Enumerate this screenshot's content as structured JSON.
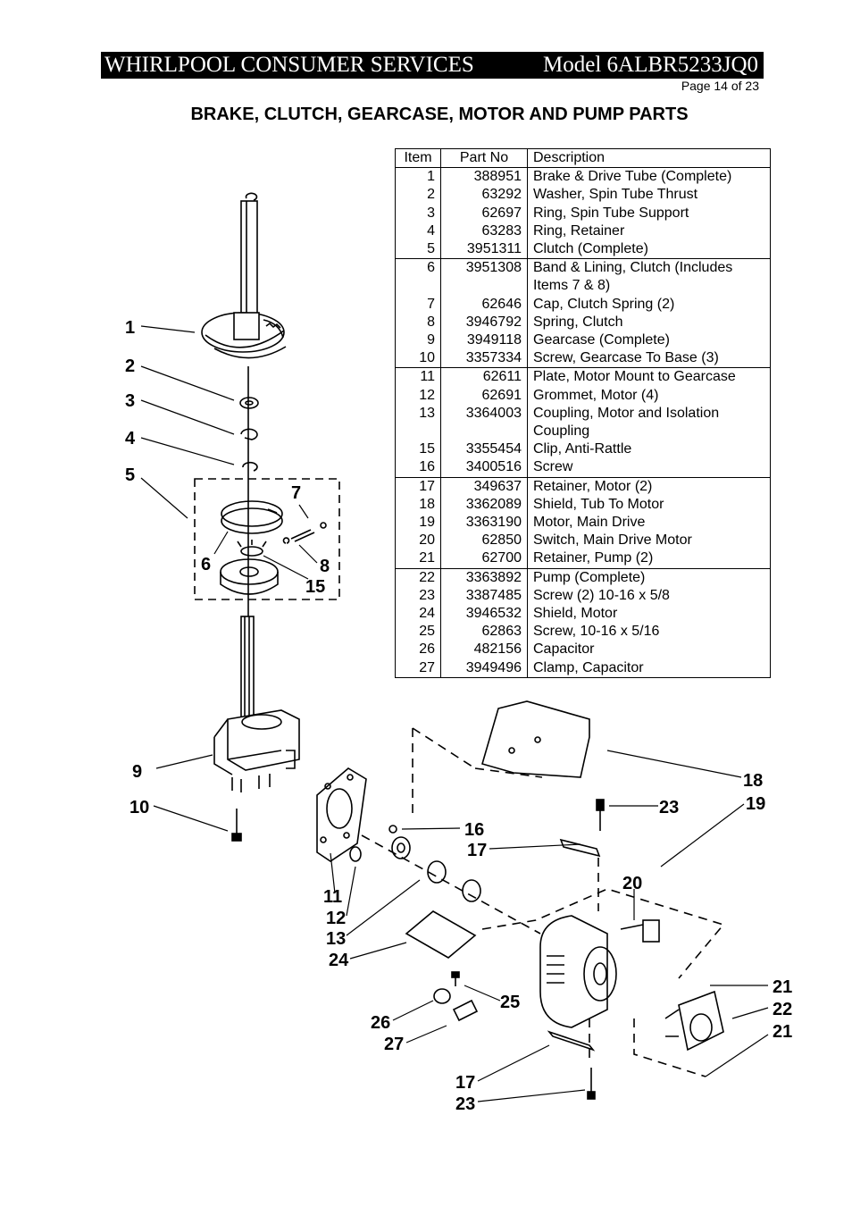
{
  "header": {
    "left": "WHIRLPOOL CONSUMER SERVICES",
    "right": "Model 6ALBR5233JQ0"
  },
  "page_number": "Page 14 of 23",
  "title": "BRAKE, CLUTCH, GEARCASE, MOTOR AND PUMP PARTS",
  "table": {
    "headers": {
      "item": "Item",
      "part": "Part No",
      "desc": "Description"
    },
    "groups": [
      [
        {
          "item": "1",
          "part": "388951",
          "desc": "Brake & Drive Tube (Complete)"
        },
        {
          "item": "2",
          "part": "63292",
          "desc": "Washer, Spin Tube Thrust"
        },
        {
          "item": "3",
          "part": "62697",
          "desc": "Ring, Spin Tube Support"
        },
        {
          "item": "4",
          "part": "63283",
          "desc": "Ring, Retainer"
        },
        {
          "item": "5",
          "part": "3951311",
          "desc": "Clutch (Complete)"
        }
      ],
      [
        {
          "item": "6",
          "part": "3951308",
          "desc": "Band & Lining, Clutch (Includes"
        },
        {
          "item": "",
          "part": "",
          "desc": "Items 7 & 8)"
        },
        {
          "item": "7",
          "part": "62646",
          "desc": "Cap, Clutch Spring (2)"
        },
        {
          "item": "8",
          "part": "3946792",
          "desc": "Spring, Clutch"
        },
        {
          "item": "9",
          "part": "3949118",
          "desc": "Gearcase (Complete)"
        },
        {
          "item": "10",
          "part": "3357334",
          "desc": "Screw, Gearcase To Base (3)"
        }
      ],
      [
        {
          "item": "11",
          "part": "62611",
          "desc": "Plate, Motor Mount to Gearcase"
        },
        {
          "item": "12",
          "part": "62691",
          "desc": "Grommet, Motor (4)"
        },
        {
          "item": "13",
          "part": "3364003",
          "desc": "Coupling, Motor and Isolation"
        },
        {
          "item": "",
          "part": "",
          "desc": "Coupling"
        },
        {
          "item": "15",
          "part": "3355454",
          "desc": "Clip, Anti-Rattle"
        },
        {
          "item": "16",
          "part": "3400516",
          "desc": "Screw"
        }
      ],
      [
        {
          "item": "17",
          "part": "349637",
          "desc": "Retainer, Motor (2)"
        },
        {
          "item": "18",
          "part": "3362089",
          "desc": "Shield, Tub To Motor"
        },
        {
          "item": "19",
          "part": "3363190",
          "desc": "Motor, Main Drive"
        },
        {
          "item": "20",
          "part": "62850",
          "desc": "Switch, Main Drive Motor"
        },
        {
          "item": "21",
          "part": "62700",
          "desc": "Retainer, Pump (2)"
        }
      ],
      [
        {
          "item": "22",
          "part": "3363892",
          "desc": "Pump (Complete)"
        },
        {
          "item": "23",
          "part": "3387485",
          "desc": "Screw (2) 10-16 x 5/8"
        },
        {
          "item": "24",
          "part": "3946532",
          "desc": "Shield, Motor"
        },
        {
          "item": "25",
          "part": "62863",
          "desc": "Screw, 10-16 x 5/16"
        },
        {
          "item": "26",
          "part": "482156",
          "desc": "Capacitor"
        },
        {
          "item": "27",
          "part": "3949496",
          "desc": "Clamp, Capacitor"
        }
      ]
    ]
  },
  "diagram": {
    "callouts": [
      "1",
      "2",
      "3",
      "4",
      "5",
      "6",
      "7",
      "8",
      "15",
      "9",
      "10",
      "16",
      "17",
      "18",
      "19",
      "23",
      "20",
      "11",
      "12",
      "13",
      "24",
      "25",
      "26",
      "27",
      "21",
      "22",
      "21",
      "17",
      "23"
    ]
  }
}
